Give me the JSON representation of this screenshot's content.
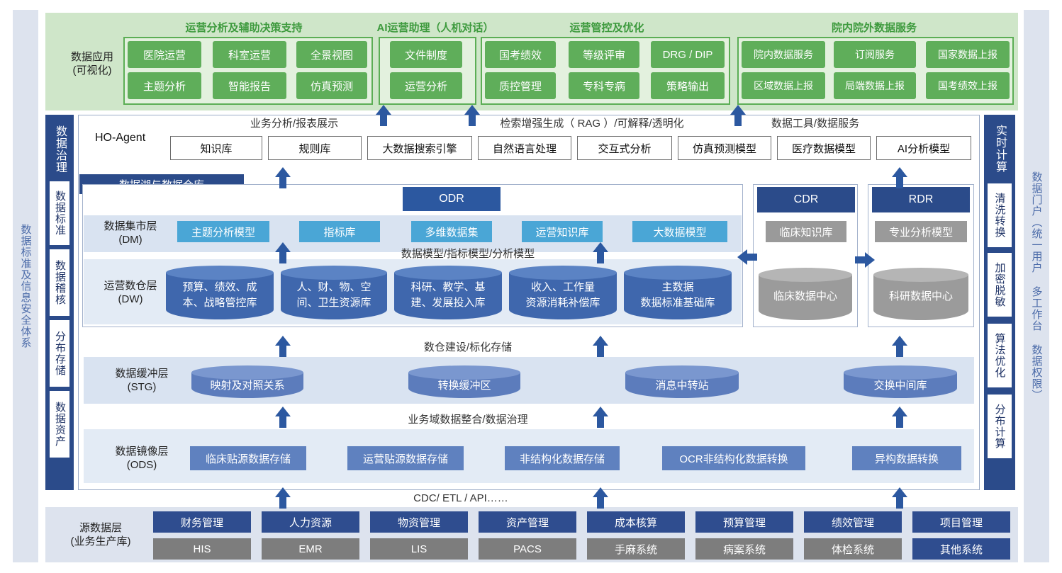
{
  "left_outer": "数据标准及信息安全体系",
  "right_outer": "数据门户（统一用户 多工作台 数据权限）",
  "app_layer": {
    "label": "数据应用\n(可视化)",
    "groups": [
      {
        "title": "运营分析及辅助决策支持",
        "items": [
          "医院运营",
          "科室运营",
          "全景视图",
          "主题分析",
          "智能报告",
          "仿真预测"
        ]
      },
      {
        "title": "AI运营助理（人机对话）",
        "items": [
          "文件制度",
          "运营分析"
        ]
      },
      {
        "title": "运营管控及优化",
        "items": [
          "国考绩效",
          "等级评审",
          "DRG / DIP",
          "质控管理",
          "专科专病",
          "策略输出"
        ]
      },
      {
        "title": "院内院外数据服务",
        "items": [
          "院内数据服务",
          "订阅服务",
          "国家数据上报",
          "区域数据上报",
          "局端数据上报",
          "国考绩效上报"
        ]
      }
    ]
  },
  "left_bar": [
    "数据治理",
    "数据标准",
    "数据稽核",
    "分布存储",
    "数据资产"
  ],
  "right_bar": [
    "实时计算",
    "清洗转换",
    "加密脱敏",
    "算法优化",
    "分布计算"
  ],
  "agent": {
    "label": "HO-Agent",
    "captions": [
      "业务分析/报表展示",
      "检索增强生成（ RAG ）/可解释/透明化",
      "数据工具/数据服务"
    ],
    "items": [
      "知识库",
      "规则库",
      "大数据搜索引擎",
      "自然语言处理",
      "交互式分析",
      "仿真预测模型",
      "医疗数据模型",
      "AI分析模型"
    ]
  },
  "lake": {
    "title": "数据湖与数据仓库",
    "odr": "ODR",
    "cdr": "CDR",
    "rdr": "RDR",
    "dm_label": "数据集市层\n(DM)",
    "dm_items": [
      "主题分析模型",
      "指标库",
      "多维数据集",
      "运营知识库",
      "大数据模型"
    ],
    "cdr_dm": "临床知识库",
    "rdr_dm": "专业分析模型",
    "model_caption": "数据模型/指标模型/分析模型",
    "dw_label": "运营数仓层\n(DW)",
    "dw_items": [
      "预算、绩效、成\n本、战略管控库",
      "人、财、物、空\n间、卫生资源库",
      "科研、教学、基\n建、发展投入库",
      "收入、工作量\n资源消耗补偿库",
      "主数据\n数据标准基础库"
    ],
    "cdr_dw": "临床数据中心",
    "rdr_dw": "科研数据中心"
  },
  "caption_build": "数仓建设/标化存储",
  "stg": {
    "label": "数据缓冲层\n(STG)",
    "items": [
      "映射及对照关系",
      "转换缓冲区",
      "消息中转站",
      "交换中间库"
    ]
  },
  "caption_integrate": "业务域数据整合/数据治理",
  "ods": {
    "label": "数据镜像层\n(ODS)",
    "items": [
      "临床贴源数据存储",
      "运营贴源数据存储",
      "非结构化数据存储",
      "OCR非结构化数据转换",
      "异构数据转换"
    ]
  },
  "caption_cdc": "CDC/ ETL / API……",
  "source": {
    "label": "源数据层\n(业务生产库)",
    "row1": [
      "财务管理",
      "人力资源",
      "物资管理",
      "资产管理",
      "成本核算",
      "预算管理",
      "绩效管理",
      "项目管理"
    ],
    "row2": [
      "HIS",
      "EMR",
      "LIS",
      "PACS",
      "手麻系统",
      "病案系统",
      "体检系统",
      "其他系统"
    ]
  },
  "colors": {
    "green": "#5fae5a",
    "navy": "#2b4b8a",
    "blue": "#3f67ad",
    "light_blue": "#4aa6d6",
    "grey": "#9a9a9a"
  }
}
